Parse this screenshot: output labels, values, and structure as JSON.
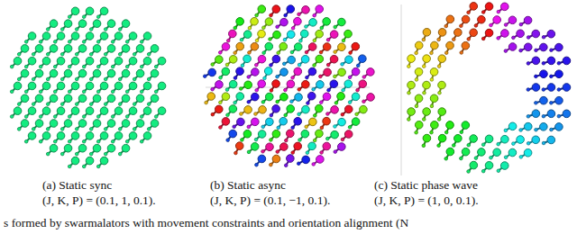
{
  "diagram": {
    "caption": "s formed by swarmalators with movement constraints and orientation alignment (N",
    "labels": [
      "(a) Static sync",
      "(J, K, P) = (0.1, 1, 0.1).",
      "(b) Static async",
      "(J, K, P) = (0.1, −1, 0.1).",
      "(c) Static phase wave",
      "(J, K, P) = (1, 0, 0.1)."
    ]
  }
}
